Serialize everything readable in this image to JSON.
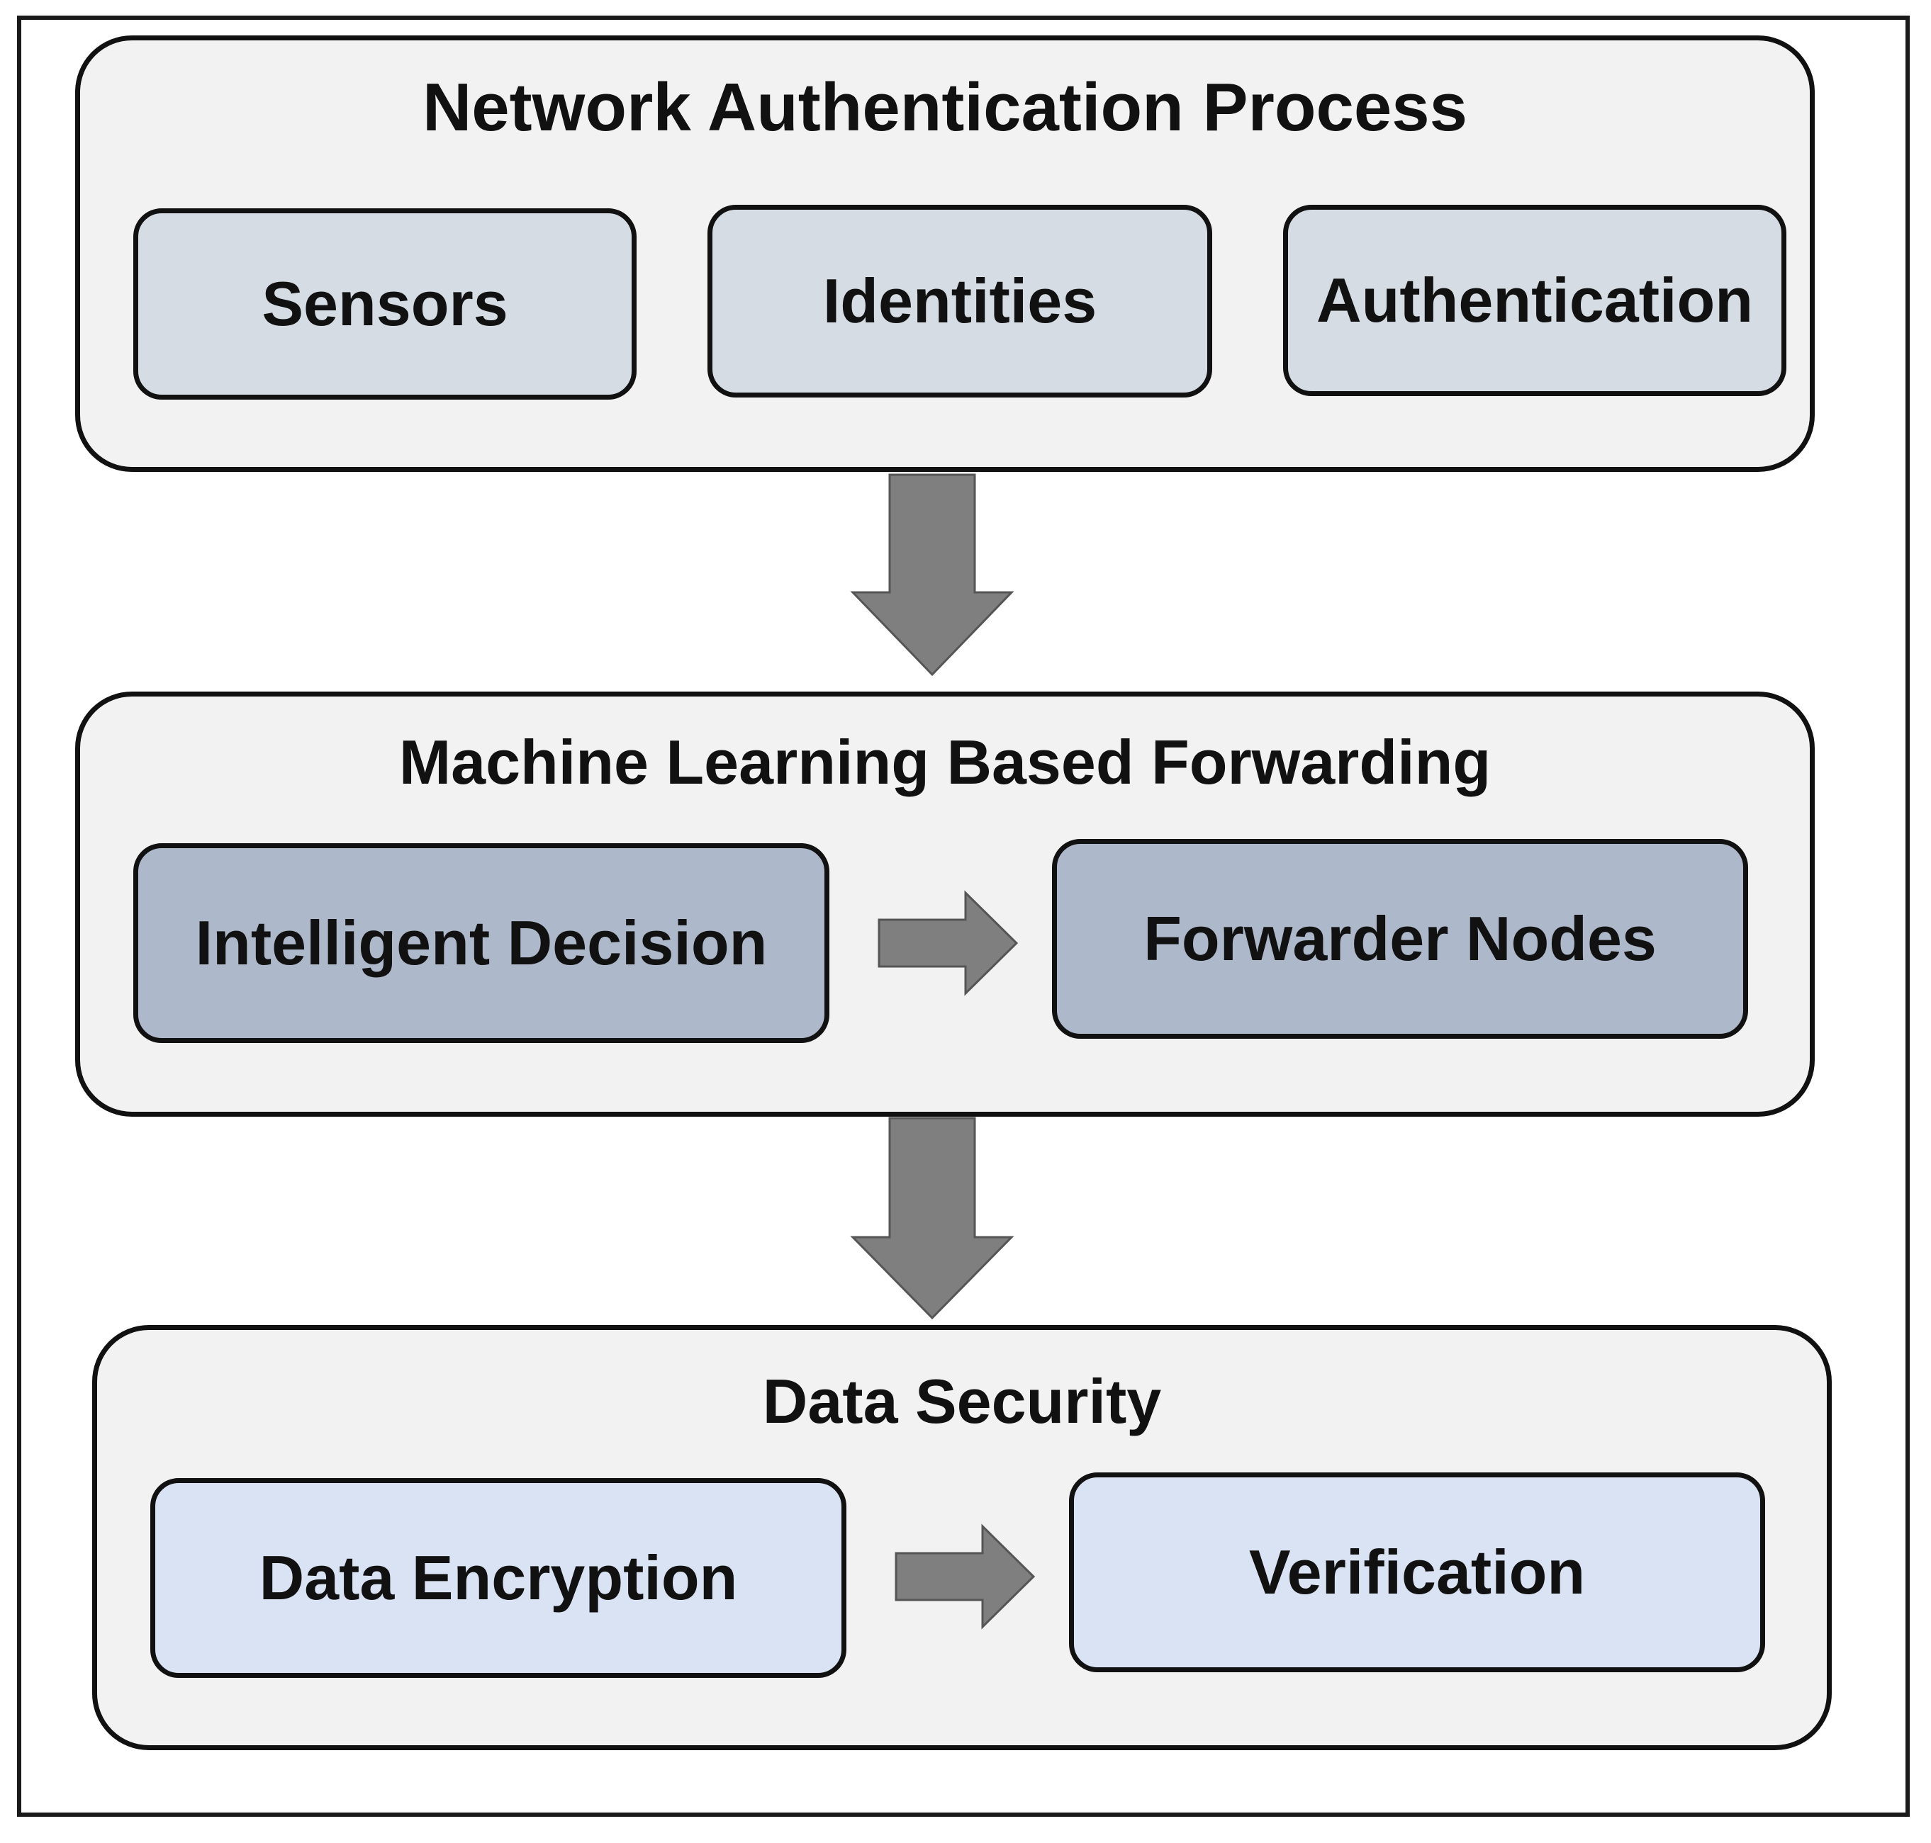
{
  "diagram": {
    "colors": {
      "panel_fill": "#f2f2f2",
      "stage1_box_fill": "#d6dce4",
      "stage2_box_fill": "#adb9ca",
      "stage3_box_fill": "#dae3f3",
      "arrow_fill": "#7f7f7f",
      "outline": "#111111"
    },
    "stages": [
      {
        "title": "Network Authentication Process",
        "boxes": [
          "Sensors",
          "Identities",
          "Authentication"
        ]
      },
      {
        "title": "Machine Learning Based Forwarding",
        "boxes": [
          "Intelligent Decision",
          "Forwarder Nodes"
        ]
      },
      {
        "title": "Data Security",
        "boxes": [
          "Data Encryption",
          "Verification"
        ]
      }
    ],
    "arrows": [
      "stage-1 to stage-2",
      "stage-2 to stage-3",
      "intelligent-decision to forwarder-nodes",
      "data-encryption to verification"
    ]
  }
}
